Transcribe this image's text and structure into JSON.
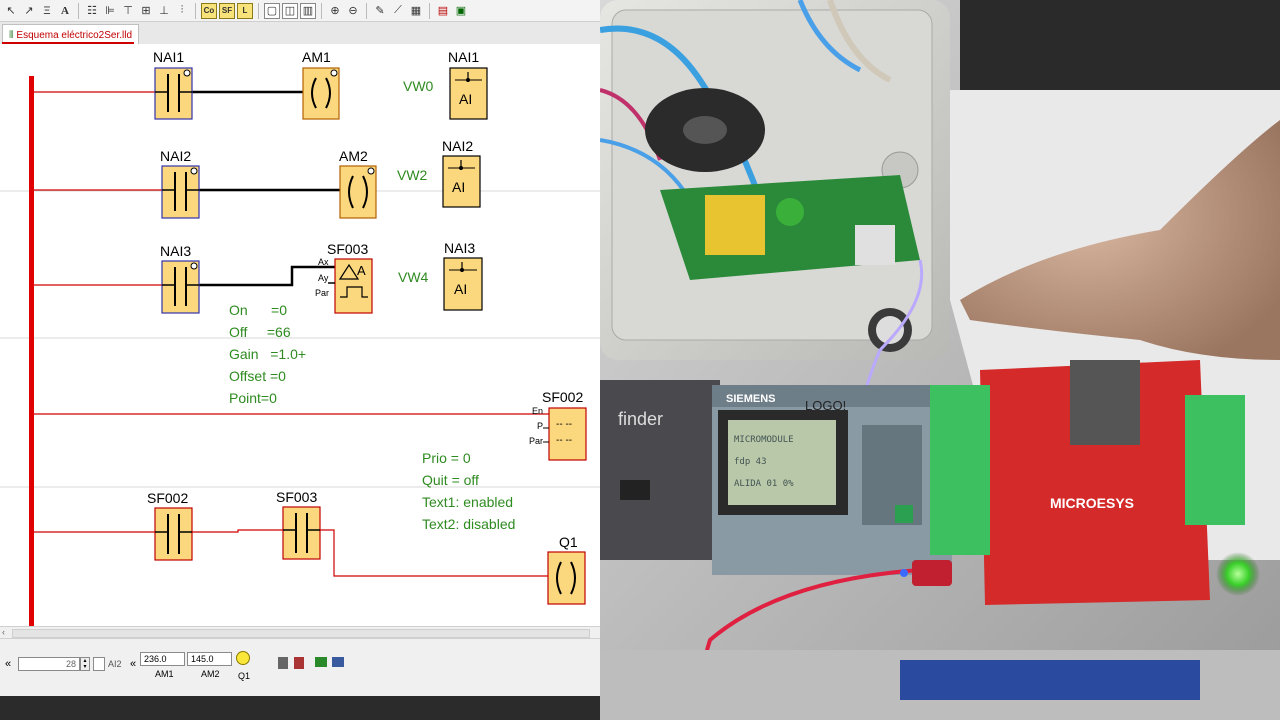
{
  "tab": {
    "title": "Esquema eléctrico2Ser.lld"
  },
  "rungs": {
    "r1": {
      "contact": "NAI1",
      "coil": "AM1",
      "ai_label": "NAI1",
      "ai_var": "VW0",
      "ai_text": "AI"
    },
    "r2": {
      "contact": "NAI2",
      "coil": "AM2",
      "ai_label": "NAI2",
      "ai_var": "VW2",
      "ai_text": "AI"
    },
    "r3": {
      "contact": "NAI3",
      "block": "SF003",
      "ai_label": "NAI3",
      "ai_var": "VW4",
      "ai_text": "AI",
      "pins": [
        "Ax",
        "Ay",
        "Par"
      ],
      "params": [
        "On      =0",
        "Off     =66",
        "Gain   =1.0+",
        "Offset =0",
        "Point=0"
      ]
    },
    "r4": {
      "block": "SF002",
      "pins": [
        "En",
        "P",
        "Par"
      ],
      "display": "-- --",
      "params": [
        "Prio = 0",
        "Quit = off",
        "Text1: enabled",
        "Text2: disabled"
      ]
    },
    "r5": {
      "contact1": "SF002",
      "contact2": "SF003",
      "coil": "Q1"
    }
  },
  "status": {
    "page_value": "28",
    "ai_label": "AI2",
    "am1_value": "236.0",
    "am1_label": "AM1",
    "am2_value": "145.0",
    "am2_label": "AM2",
    "q1_label": "Q1"
  },
  "photo": {
    "finder_label": "finder",
    "siemens_label": "SIEMENS",
    "logo_label": "LOGO!",
    "lcd_lines": [
      "MICROMODULE",
      "fdp      43",
      "ALIDA 01  0%"
    ],
    "microesys_label": "MICROESYS"
  }
}
